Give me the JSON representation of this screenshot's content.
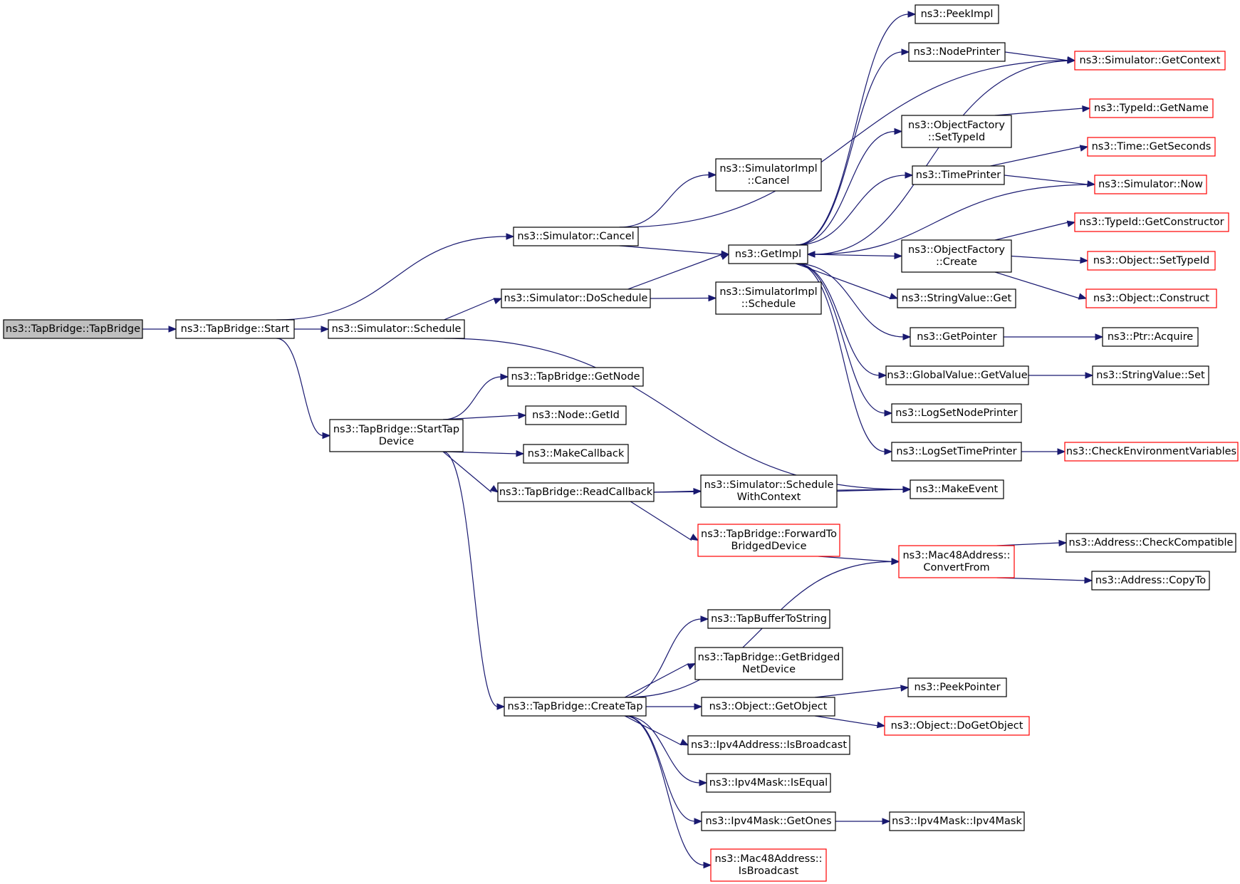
{
  "colors": {
    "edge": "#191970",
    "node_border": "#000000",
    "red_border": "#ff0000",
    "root_fill": "#bfbfbf"
  },
  "nodes": {
    "tapbridge_ctor": {
      "lines": [
        "ns3::TapBridge::TapBridge"
      ],
      "style": "root"
    },
    "start": {
      "lines": [
        "ns3::TapBridge::Start"
      ]
    },
    "sim_schedule": {
      "lines": [
        "ns3::Simulator::Schedule"
      ]
    },
    "sim_cancel": {
      "lines": [
        "ns3::Simulator::Cancel"
      ]
    },
    "sim_doschedule": {
      "lines": [
        "ns3::Simulator::DoSchedule"
      ]
    },
    "simimpl_cancel": {
      "lines": [
        "ns3::SimulatorImpl",
        "::Cancel"
      ]
    },
    "simimpl_schedule": {
      "lines": [
        "ns3::SimulatorImpl",
        "::Schedule"
      ]
    },
    "getimpl": {
      "lines": [
        "ns3::GetImpl"
      ]
    },
    "peekimpl": {
      "lines": [
        "ns3::PeekImpl"
      ]
    },
    "nodeprinter": {
      "lines": [
        "ns3::NodePrinter"
      ]
    },
    "sim_getcontext": {
      "lines": [
        "ns3::Simulator::GetContext"
      ],
      "style": "linked"
    },
    "of_settypeid": {
      "lines": [
        "ns3::ObjectFactory",
        "::SetTypeId"
      ]
    },
    "typeid_getname": {
      "lines": [
        "ns3::TypeId::GetName"
      ],
      "style": "linked"
    },
    "time_getseconds": {
      "lines": [
        "ns3::Time::GetSeconds"
      ],
      "style": "linked"
    },
    "timeprinter": {
      "lines": [
        "ns3::TimePrinter"
      ]
    },
    "sim_now": {
      "lines": [
        "ns3::Simulator::Now"
      ],
      "style": "linked"
    },
    "typeid_getconstructor": {
      "lines": [
        "ns3::TypeId::GetConstructor"
      ],
      "style": "linked"
    },
    "of_create": {
      "lines": [
        "ns3::ObjectFactory",
        "::Create"
      ]
    },
    "object_settypeid": {
      "lines": [
        "ns3::Object::SetTypeId"
      ],
      "style": "linked"
    },
    "object_construct": {
      "lines": [
        "ns3::Object::Construct"
      ],
      "style": "linked"
    },
    "stringvalue_get": {
      "lines": [
        "ns3::StringValue::Get"
      ]
    },
    "getpointer": {
      "lines": [
        "ns3::GetPointer"
      ]
    },
    "ptr_acquire": {
      "lines": [
        "ns3::Ptr::Acquire"
      ]
    },
    "globalvalue_getvalue": {
      "lines": [
        "ns3::GlobalValue::GetValue"
      ]
    },
    "stringvalue_set": {
      "lines": [
        "ns3::StringValue::Set"
      ]
    },
    "logsetnodeprinter": {
      "lines": [
        "ns3::LogSetNodePrinter"
      ]
    },
    "logsettimeprinter": {
      "lines": [
        "ns3::LogSetTimePrinter"
      ]
    },
    "checkenv": {
      "lines": [
        "ns3::CheckEnvironmentVariables"
      ],
      "style": "linked"
    },
    "makeevent": {
      "lines": [
        "ns3::MakeEvent"
      ]
    },
    "starttap": {
      "lines": [
        "ns3::TapBridge::StartTap",
        "Device"
      ]
    },
    "getnode": {
      "lines": [
        "ns3::TapBridge::GetNode"
      ]
    },
    "node_getid": {
      "lines": [
        "ns3::Node::GetId"
      ]
    },
    "makecallback": {
      "lines": [
        "ns3::MakeCallback"
      ]
    },
    "readcallback": {
      "lines": [
        "ns3::TapBridge::ReadCallback"
      ]
    },
    "sim_schedwithctx": {
      "lines": [
        "ns3::Simulator::Schedule",
        "WithContext"
      ]
    },
    "forwardto": {
      "lines": [
        "ns3::TapBridge::ForwardTo",
        "BridgedDevice"
      ],
      "style": "linked"
    },
    "mac48_convertfrom": {
      "lines": [
        "ns3::Mac48Address::",
        "ConvertFrom"
      ],
      "style": "linked"
    },
    "addr_checkcompat": {
      "lines": [
        "ns3::Address::CheckCompatible"
      ]
    },
    "addr_copyto": {
      "lines": [
        "ns3::Address::CopyTo"
      ]
    },
    "tapbuffertostring": {
      "lines": [
        "ns3::TapBufferToString"
      ]
    },
    "getbridgednetdevice": {
      "lines": [
        "ns3::TapBridge::GetBridged",
        "NetDevice"
      ]
    },
    "createtap": {
      "lines": [
        "ns3::TapBridge::CreateTap"
      ]
    },
    "object_getobject": {
      "lines": [
        "ns3::Object::GetObject"
      ]
    },
    "peekpointer": {
      "lines": [
        "ns3::PeekPointer"
      ]
    },
    "object_dogetobject": {
      "lines": [
        "ns3::Object::DoGetObject"
      ],
      "style": "linked"
    },
    "ipv4addr_isbroadcast": {
      "lines": [
        "ns3::Ipv4Address::IsBroadcast"
      ]
    },
    "ipv4mask_isequal": {
      "lines": [
        "ns3::Ipv4Mask::IsEqual"
      ]
    },
    "ipv4mask_getones": {
      "lines": [
        "ns3::Ipv4Mask::GetOnes"
      ]
    },
    "ipv4mask_ctor": {
      "lines": [
        "ns3::Ipv4Mask::Ipv4Mask"
      ]
    },
    "mac48_isbroadcast": {
      "lines": [
        "ns3::Mac48Address::",
        "IsBroadcast"
      ],
      "style": "linked"
    }
  },
  "edges": [
    [
      "tapbridge_ctor",
      "start"
    ],
    [
      "start",
      "sim_schedule"
    ],
    [
      "start",
      "sim_cancel"
    ],
    [
      "start",
      "starttap"
    ],
    [
      "sim_schedule",
      "sim_doschedule"
    ],
    [
      "sim_schedule",
      "makeevent"
    ],
    [
      "sim_cancel",
      "simimpl_cancel"
    ],
    [
      "sim_cancel",
      "getimpl"
    ],
    [
      "sim_cancel",
      "sim_getcontext"
    ],
    [
      "sim_doschedule",
      "getimpl"
    ],
    [
      "sim_doschedule",
      "simimpl_schedule"
    ],
    [
      "getimpl",
      "peekimpl"
    ],
    [
      "getimpl",
      "nodeprinter"
    ],
    [
      "getimpl",
      "of_settypeid"
    ],
    [
      "getimpl",
      "timeprinter"
    ],
    [
      "getimpl",
      "of_create"
    ],
    [
      "getimpl",
      "stringvalue_get"
    ],
    [
      "getimpl",
      "getpointer"
    ],
    [
      "getimpl",
      "globalvalue_getvalue"
    ],
    [
      "getimpl",
      "logsetnodeprinter"
    ],
    [
      "getimpl",
      "logsettimeprinter"
    ],
    [
      "sim_getcontext",
      "getimpl"
    ],
    [
      "sim_now",
      "getimpl"
    ],
    [
      "nodeprinter",
      "sim_getcontext"
    ],
    [
      "of_settypeid",
      "typeid_getname"
    ],
    [
      "timeprinter",
      "time_getseconds"
    ],
    [
      "timeprinter",
      "sim_now"
    ],
    [
      "of_create",
      "typeid_getconstructor"
    ],
    [
      "of_create",
      "object_settypeid"
    ],
    [
      "of_create",
      "object_construct"
    ],
    [
      "getpointer",
      "ptr_acquire"
    ],
    [
      "globalvalue_getvalue",
      "stringvalue_set"
    ],
    [
      "logsettimeprinter",
      "checkenv"
    ],
    [
      "starttap",
      "getnode"
    ],
    [
      "starttap",
      "node_getid"
    ],
    [
      "starttap",
      "makecallback"
    ],
    [
      "starttap",
      "readcallback"
    ],
    [
      "starttap",
      "createtap"
    ],
    [
      "readcallback",
      "makeevent"
    ],
    [
      "readcallback",
      "sim_schedwithctx"
    ],
    [
      "readcallback",
      "forwardto"
    ],
    [
      "sim_schedwithctx",
      "makeevent"
    ],
    [
      "forwardto",
      "mac48_convertfrom"
    ],
    [
      "mac48_convertfrom",
      "addr_checkcompat"
    ],
    [
      "mac48_convertfrom",
      "addr_copyto"
    ],
    [
      "createtap",
      "mac48_convertfrom"
    ],
    [
      "createtap",
      "tapbuffertostring"
    ],
    [
      "createtap",
      "getbridgednetdevice"
    ],
    [
      "createtap",
      "object_getobject"
    ],
    [
      "createtap",
      "ipv4addr_isbroadcast"
    ],
    [
      "createtap",
      "ipv4mask_isequal"
    ],
    [
      "createtap",
      "ipv4mask_getones"
    ],
    [
      "createtap",
      "mac48_isbroadcast"
    ],
    [
      "object_getobject",
      "peekpointer"
    ],
    [
      "object_getobject",
      "object_dogetobject"
    ],
    [
      "ipv4mask_getones",
      "ipv4mask_ctor"
    ]
  ]
}
